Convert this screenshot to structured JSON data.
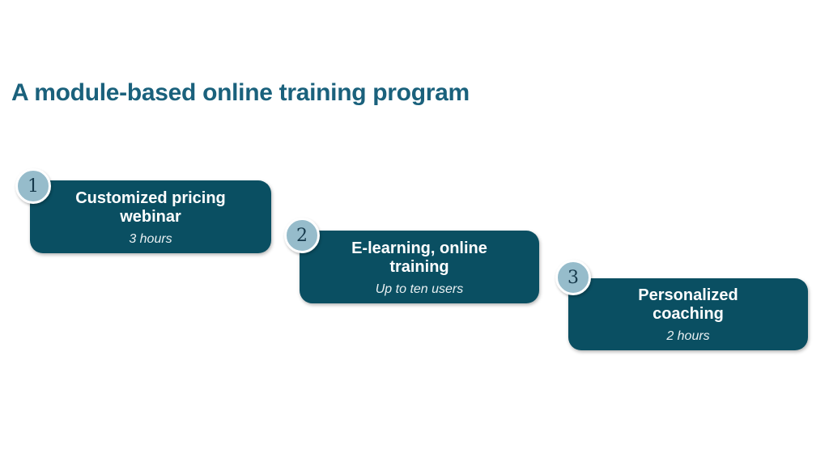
{
  "title": "A module-based online training program",
  "colors": {
    "title_color": "#1a617c",
    "box_fill": "#0a4f62",
    "badge_fill": "#96bccb",
    "badge_number": "#16394b",
    "box_text": "#ffffff",
    "subtitle_text": "#e9f0f2"
  },
  "steps": [
    {
      "number": "1",
      "title": "Customized pricing\nwebinar",
      "subtitle": "3 hours"
    },
    {
      "number": "2",
      "title": "E-learning, online\ntraining",
      "subtitle": "Up to ten users"
    },
    {
      "number": "3",
      "title": "Personalized\ncoaching",
      "subtitle": "2 hours"
    }
  ]
}
